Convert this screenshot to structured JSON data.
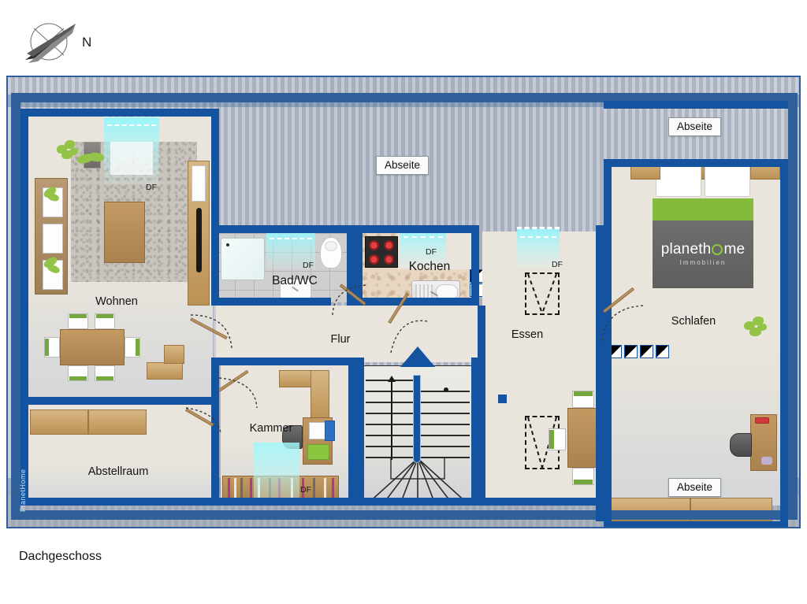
{
  "compass": {
    "north_label": "N",
    "icon": "compass-rose-icon"
  },
  "caption": {
    "text": "Dachgeschoss"
  },
  "watermark": {
    "text": "PlanetHome"
  },
  "rooms": [
    {
      "key": "wohnen",
      "label": "Wohnen"
    },
    {
      "key": "bad_wc",
      "label": "Bad/WC"
    },
    {
      "key": "kochen",
      "label": "Kochen"
    },
    {
      "key": "flur",
      "label": "Flur"
    },
    {
      "key": "essen",
      "label": "Essen"
    },
    {
      "key": "schlafen",
      "label": "Schlafen"
    },
    {
      "key": "kammer",
      "label": "Kammer"
    },
    {
      "key": "abstellraum",
      "label": "Abstellraum"
    }
  ],
  "abseite_tags": [
    {
      "key": "top_center",
      "label": "Abseite"
    },
    {
      "key": "top_right",
      "label": "Abseite"
    },
    {
      "key": "bottom_right",
      "label": "Abseite"
    }
  ],
  "skylight_markers": [
    {
      "key": "wohnen",
      "label": "DF"
    },
    {
      "key": "bad_wc",
      "label": "DF"
    },
    {
      "key": "kochen",
      "label": "DF"
    },
    {
      "key": "essen",
      "label": "DF"
    },
    {
      "key": "kammer",
      "label": "DF"
    }
  ],
  "bed_brand": {
    "name_before": "planeth",
    "name_after": "me",
    "subtitle": "Immobilien"
  },
  "colors": {
    "wall": "#14539f",
    "wall_outer": "#2f6099",
    "floor": "#e9e5dc",
    "eaves": "#b9bfcb",
    "accent_green": "#85bb3c",
    "skylight": "#96f5fa",
    "text": "#141414"
  }
}
